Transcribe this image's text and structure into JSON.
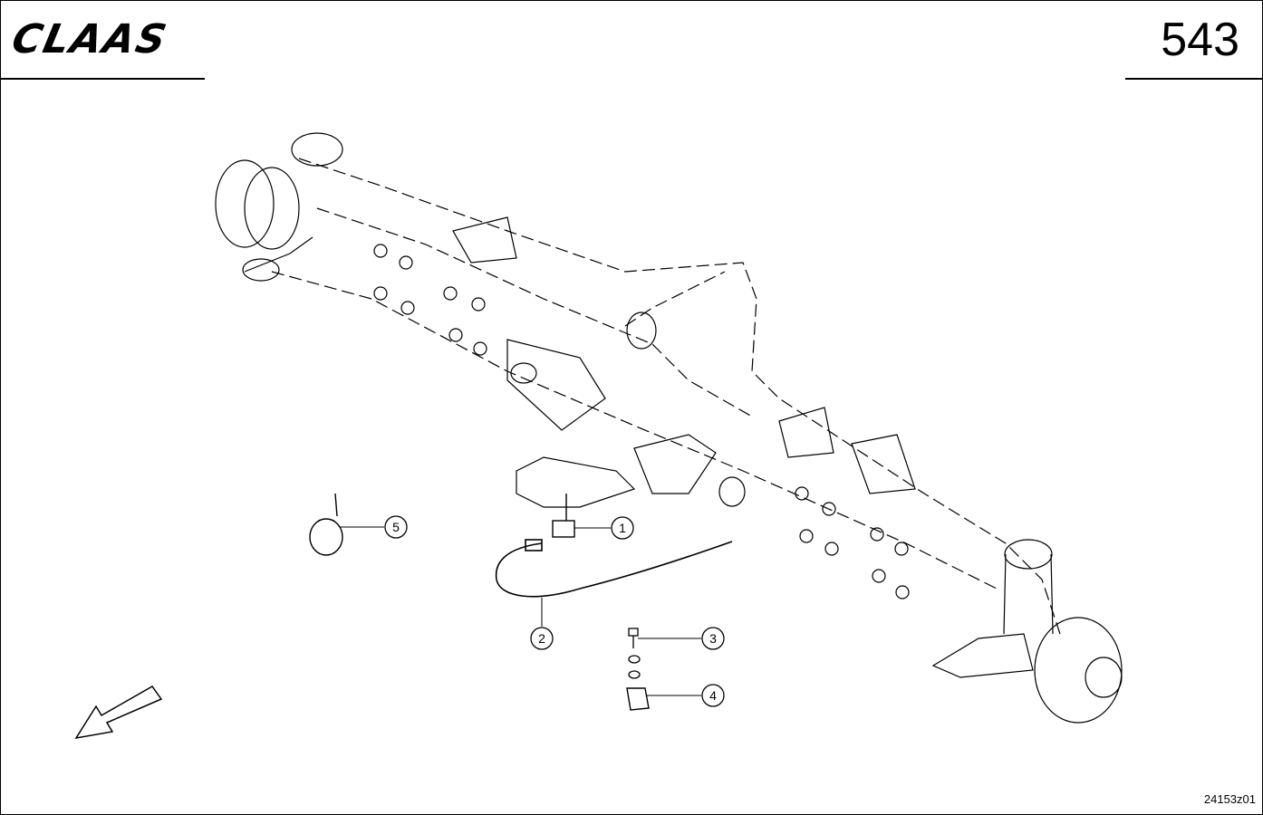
{
  "header": {
    "brand": "CLAAS",
    "page_number": "543"
  },
  "footer": {
    "drawing_id": "24153z01"
  },
  "callouts": [
    {
      "id": "1",
      "label": "1"
    },
    {
      "id": "2",
      "label": "2"
    },
    {
      "id": "3",
      "label": "3"
    },
    {
      "id": "4",
      "label": "4"
    },
    {
      "id": "5",
      "label": "5"
    }
  ]
}
